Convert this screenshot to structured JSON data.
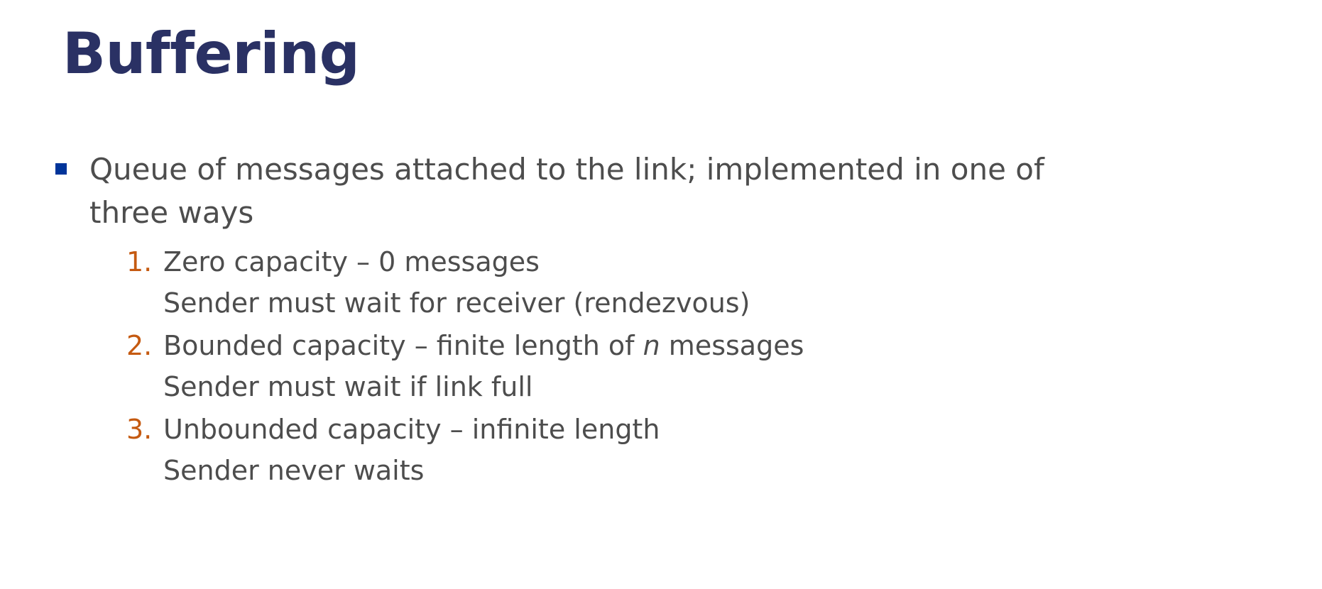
{
  "slide": {
    "title": "Buffering",
    "colors": {
      "title": "#2A3164",
      "body_text": "#4D4D4D",
      "bullet_square": "#00349A",
      "number_marker": "#C55A11",
      "background": "#FFFFFF"
    },
    "bullet": {
      "marker_icon": "square-bullet-icon",
      "line1": "Queue of messages attached to the link; implemented in one of",
      "line2": "three ways"
    },
    "numbered_items": [
      {
        "marker": "1.",
        "text_before_var": "Zero capacity – 0 messages",
        "var": "",
        "text_after_var": "",
        "subline": "Sender must wait for receiver (rendezvous)"
      },
      {
        "marker": "2.",
        "text_before_var": "Bounded capacity – finite length of ",
        "var": "n",
        "text_after_var": " messages",
        "subline": "Sender must wait if link full"
      },
      {
        "marker": "3.",
        "text_before_var": "Unbounded capacity – infinite length",
        "var": "",
        "text_after_var": "",
        "subline": "Sender never waits"
      }
    ]
  }
}
